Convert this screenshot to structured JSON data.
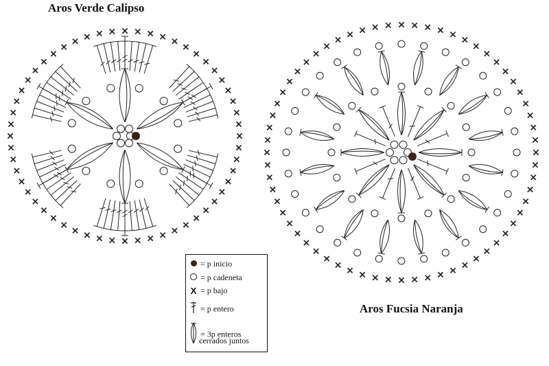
{
  "diagram": {
    "left_title": "Aros Verde Calipso",
    "right_title": "Aros Fucsia Naranja",
    "ink_color": "#222222",
    "start_dot_color": "#3a2418",
    "left_motif": {
      "symbol_ring": "p bajo",
      "petals": 6,
      "post_fans": 6,
      "chain_loops_per_round": 12
    },
    "right_motif": {
      "symbol_ring": "p bajo",
      "petals_inner": 8,
      "petals_outer": 16,
      "chain_loops_per_round": 16
    }
  },
  "legend": {
    "items": [
      {
        "icon": "filled-dot-icon",
        "label": "= p inicio"
      },
      {
        "icon": "open-circle-icon",
        "label": "= p cadeneta"
      },
      {
        "icon": "x-stitch-icon",
        "label": "= p bajo"
      },
      {
        "icon": "double-crochet-icon",
        "label": "= p entero"
      },
      {
        "icon": "cluster-icon",
        "label": "= 3p enteros"
      },
      {
        "icon": "",
        "label": "cerrados juntos"
      }
    ]
  }
}
